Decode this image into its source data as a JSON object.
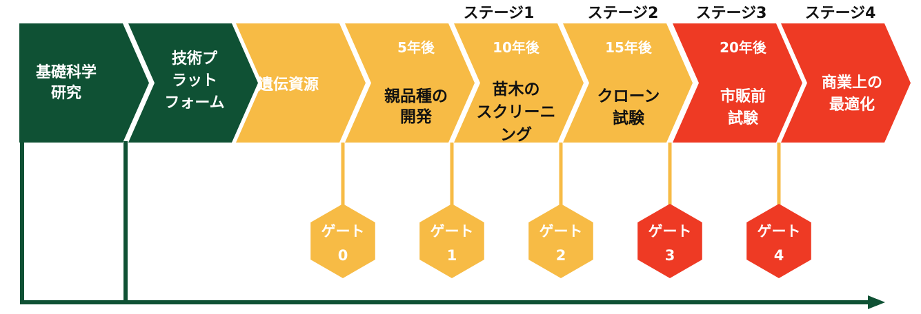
{
  "colors": {
    "dark_green": "#0f5134",
    "yellow": "#f7bb45",
    "red": "#ee3a24",
    "axis": "#0f5134"
  },
  "stage_labels": [
    "ステージ1",
    "ステージ2",
    "ステージ3",
    "ステージ4"
  ],
  "chevrons": [
    {
      "lines": [
        "基礎科学",
        "研究"
      ],
      "year": "",
      "color": "dark_green",
      "text_color": "light"
    },
    {
      "lines": [
        "技術プ",
        "ラット",
        "フォーム"
      ],
      "year": "",
      "color": "dark_green",
      "text_color": "light"
    },
    {
      "lines": [
        "遺伝資源"
      ],
      "year": "",
      "color": "yellow",
      "text_color": "light"
    },
    {
      "lines": [
        "親品種の",
        "開発"
      ],
      "year": "5年後",
      "color": "yellow",
      "text_color": "dark"
    },
    {
      "lines": [
        "苗木の",
        "スクリーニ",
        "ング"
      ],
      "year": "10年後",
      "color": "yellow",
      "text_color": "dark"
    },
    {
      "lines": [
        "クローン",
        "試験"
      ],
      "year": "15年後",
      "color": "yellow",
      "text_color": "dark"
    },
    {
      "lines": [
        "市販前",
        "試験"
      ],
      "year": "20年後",
      "color": "red",
      "text_color": "light"
    },
    {
      "lines": [
        "商業上の",
        "最適化"
      ],
      "year": "",
      "color": "red",
      "text_color": "light"
    }
  ],
  "gates": [
    {
      "label": "ゲート",
      "number": "0",
      "color": "yellow"
    },
    {
      "label": "ゲート",
      "number": "1",
      "color": "yellow"
    },
    {
      "label": "ゲート",
      "number": "2",
      "color": "yellow"
    },
    {
      "label": "ゲート",
      "number": "3",
      "color": "red"
    },
    {
      "label": "ゲート",
      "number": "4",
      "color": "red"
    }
  ]
}
